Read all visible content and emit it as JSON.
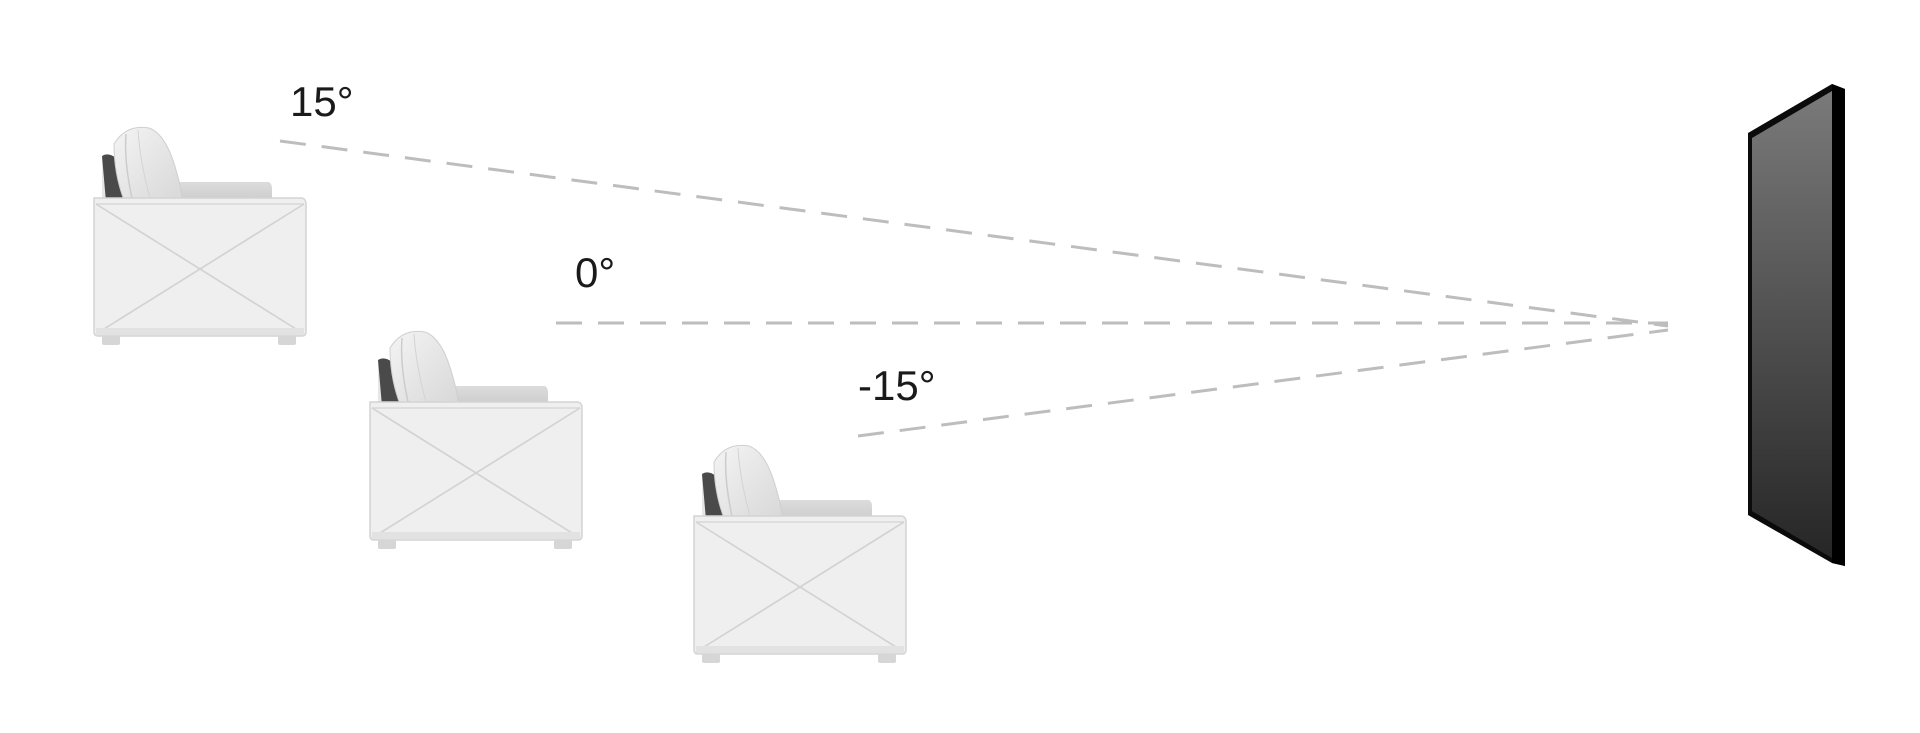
{
  "viewing_angles": [
    {
      "id": "top",
      "label": "15°"
    },
    {
      "id": "middle",
      "label": "0°"
    },
    {
      "id": "bottom",
      "label": "-15°"
    }
  ],
  "colors": {
    "sight_line": "#bdbdbd",
    "label_text": "#1a1a1a",
    "sofa_body": "#eeeeee",
    "sofa_shadow": "#d9d9d9",
    "screen_face_top": "#777777",
    "screen_face_bottom": "#2a2a2a",
    "screen_frame": "#0a0a0a"
  },
  "icons": {
    "seat": "armchair-icon",
    "display": "tv-screen-icon"
  }
}
